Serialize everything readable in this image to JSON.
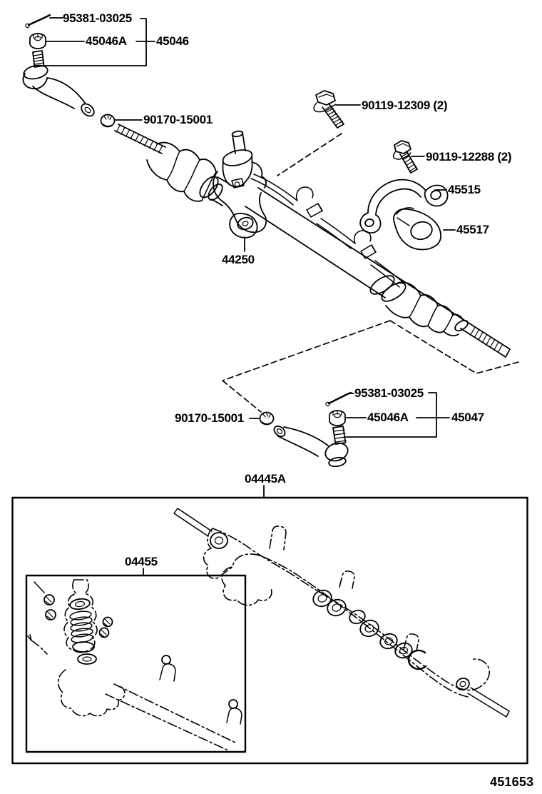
{
  "figure": {
    "code": "451653"
  },
  "colors": {
    "line": "#000000",
    "background": "#ffffff"
  },
  "parts": {
    "cotter_pin_upper": "95381-03025",
    "castle_nut_upper": "45046A",
    "tie_rod_end_left": "45046",
    "lock_nut_upper": "90170-15001",
    "bracket_bolt": "90119-12309 (2)",
    "clamp_bolt": "90119-12288 (2)",
    "clamp": "45515",
    "bushing": "45517",
    "steering_gear": "44250",
    "cotter_pin_lower": "95381-03025",
    "lock_nut_lower": "90170-15001",
    "castle_nut_lower": "45046A",
    "tie_rod_end_right": "45047",
    "gasket_kit": "04445A",
    "valve_seal_kit": "04455"
  }
}
